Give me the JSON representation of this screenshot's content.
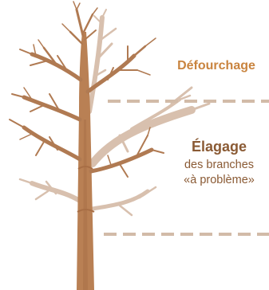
{
  "labels": {
    "defourchage": "Défourchage",
    "elagage_title": "Élagage",
    "elagage_line1": "des branches",
    "elagage_line2": "«à problème»"
  },
  "colors": {
    "trunk": "#b98054",
    "trunk_dark": "#a86e45",
    "branch": "#b07a52",
    "removed": "#d8c0ae",
    "dashes": "#d2bba8",
    "label_orange": "#c9843f",
    "label_brown": "#8a5a34"
  }
}
